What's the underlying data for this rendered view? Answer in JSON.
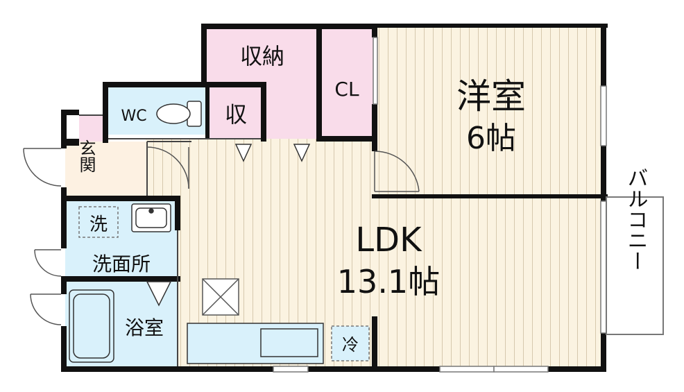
{
  "colors": {
    "wall": "#111111",
    "floor_wood": "#fbf3e1",
    "wood_line": "#d9ccb2",
    "wet_area": "#d9f1fb",
    "storage": "#f9dcea",
    "entrance": "#fdf1e2"
  },
  "rooms": {
    "storage_large": "収納",
    "closet": "CL",
    "storage_small": "収",
    "wc": "WC",
    "western_room": "洋室",
    "western_size": "6帖",
    "entrance": "玄関",
    "laundry": "洗",
    "washroom": "洗面所",
    "ldk": "LDK",
    "ldk_size": "13.1帖",
    "bath": "浴室",
    "fridge": "冷",
    "balcony": "バルコニー"
  }
}
